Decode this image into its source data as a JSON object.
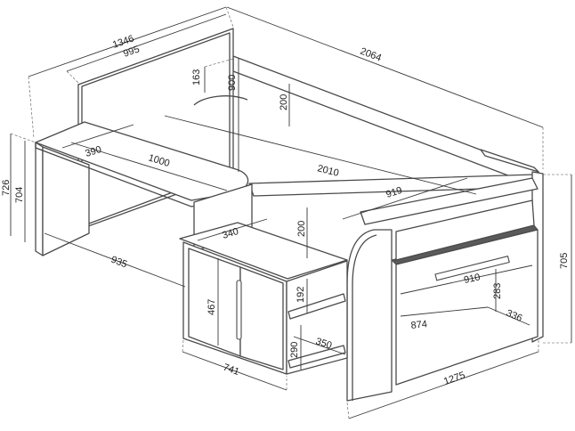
{
  "diagram": {
    "dimensions": {
      "d1346": "1346",
      "d995": "995",
      "d2064": "2064",
      "d163": "163",
      "d900": "900",
      "d200_top": "200",
      "d390": "390",
      "d1000": "1000",
      "d2010": "2010",
      "d919": "919",
      "d726": "726",
      "d704": "704",
      "d340": "340",
      "d200_mid": "200",
      "d935": "935",
      "d467": "467",
      "d192": "192",
      "d910": "910",
      "d283": "283",
      "d874": "874",
      "d336": "336",
      "d705": "705",
      "d290": "290",
      "d350": "350",
      "d741": "741",
      "d1275": "1275"
    }
  }
}
